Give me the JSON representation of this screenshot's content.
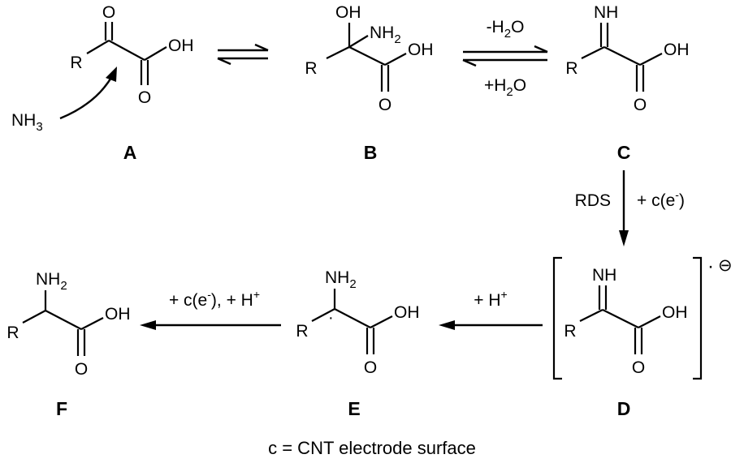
{
  "compound_labels": {
    "A": "A",
    "B": "B",
    "C": "C",
    "D": "D",
    "E": "E",
    "F": "F"
  },
  "atoms": {
    "R": "R",
    "O": "O",
    "OH": "OH",
    "NH": "NH",
    "NH2_base": "NH",
    "sub2": "2",
    "NH3_base": "NH",
    "sub3": "3"
  },
  "conditions": {
    "minus_h2o": {
      "prefix": "-H",
      "sub": "2",
      "suffix": "O"
    },
    "plus_h2o": {
      "prefix": "+H",
      "sub": "2",
      "suffix": "O"
    },
    "rds": "RDS",
    "plus_ce": {
      "text": "+ c(e",
      "sup": "-",
      "close": ")"
    },
    "plus_h": {
      "text": "+ H",
      "sup": "+"
    },
    "ce_and_h": {
      "text1": "+ c(e",
      "sup1": "-",
      "text2": "), + H",
      "sup2": "+"
    }
  },
  "radical_anion": {
    "dot": "·",
    "minus": "⊖"
  },
  "radical_dot": "·",
  "footnote": "c = CNT electrode surface"
}
